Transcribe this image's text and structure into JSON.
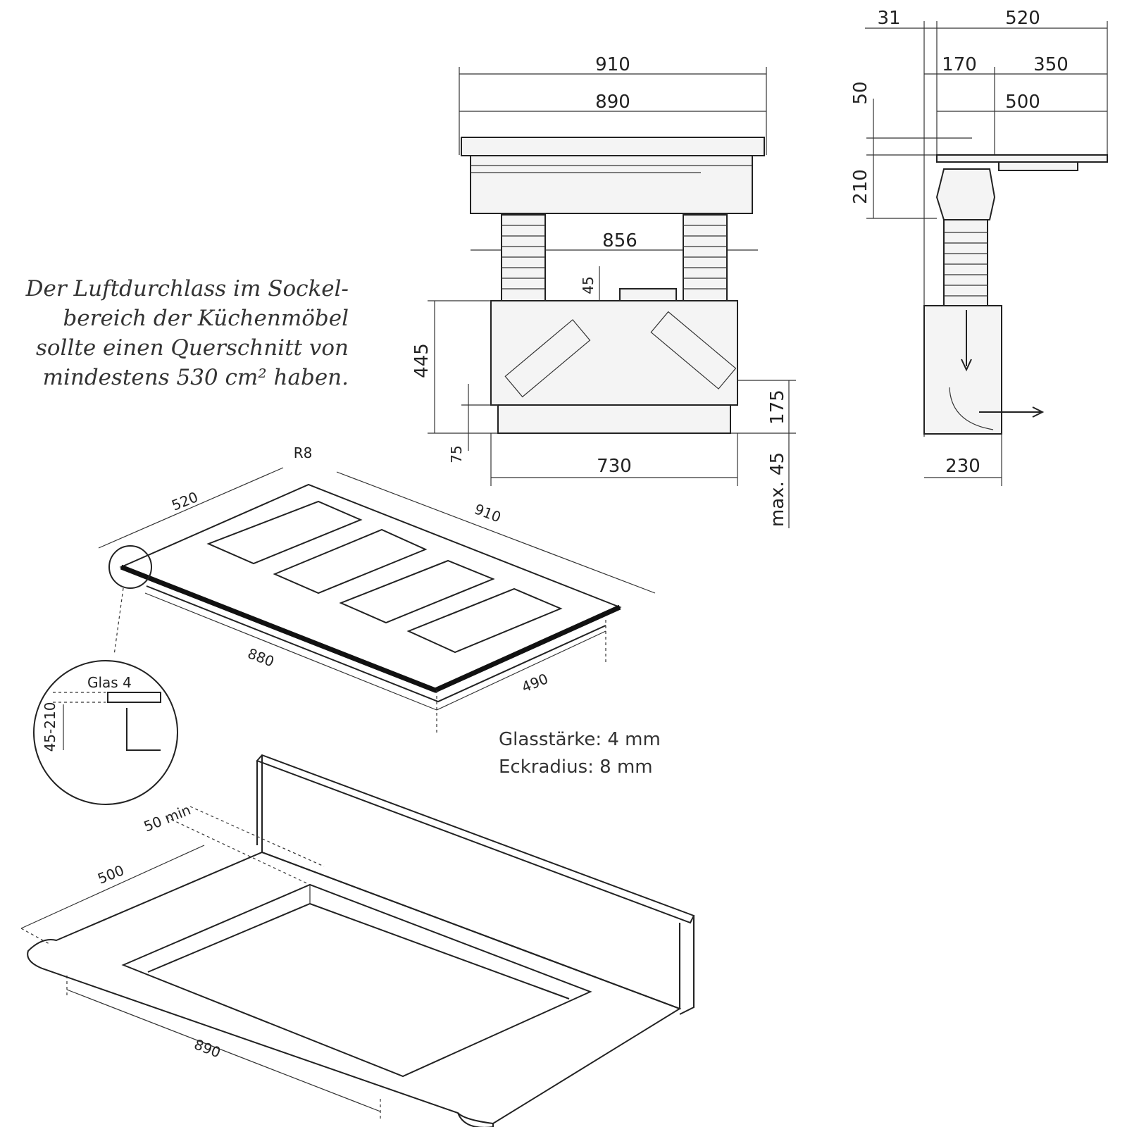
{
  "note": {
    "lines": [
      "Der Luftdurchlass im Sockel-",
      "bereich der Küchenmöbel",
      "sollte einen Querschnitt von",
      "mindestens 530 cm² haben."
    ]
  },
  "front_view": {
    "dims": {
      "width_outer": "910",
      "width_inner": "890",
      "duct_span": "856",
      "gap_top": "45",
      "height": "445",
      "side_upper": "175",
      "foot": "75",
      "base_width": "730",
      "max_label": "max. 45"
    }
  },
  "side_view": {
    "dims": {
      "offset": "31",
      "total_depth": "520",
      "front_part": "170",
      "rear_part": "350",
      "glass_depth": "500",
      "top": "50",
      "mid": "210",
      "base_width": "230"
    }
  },
  "hob_view": {
    "dims": {
      "depth": "520",
      "width": "910",
      "radius": "R8",
      "inner_width": "880",
      "inner_depth": "490"
    },
    "detail": {
      "glass": "Glas 4",
      "range": "45-210"
    }
  },
  "specs": {
    "glass_thickness": "Glasstärke: 4 mm",
    "corner_radius": "Eckradius: 8 mm"
  },
  "cutout_view": {
    "dims": {
      "min_gap": "50 min",
      "depth": "500",
      "width": "890"
    }
  }
}
